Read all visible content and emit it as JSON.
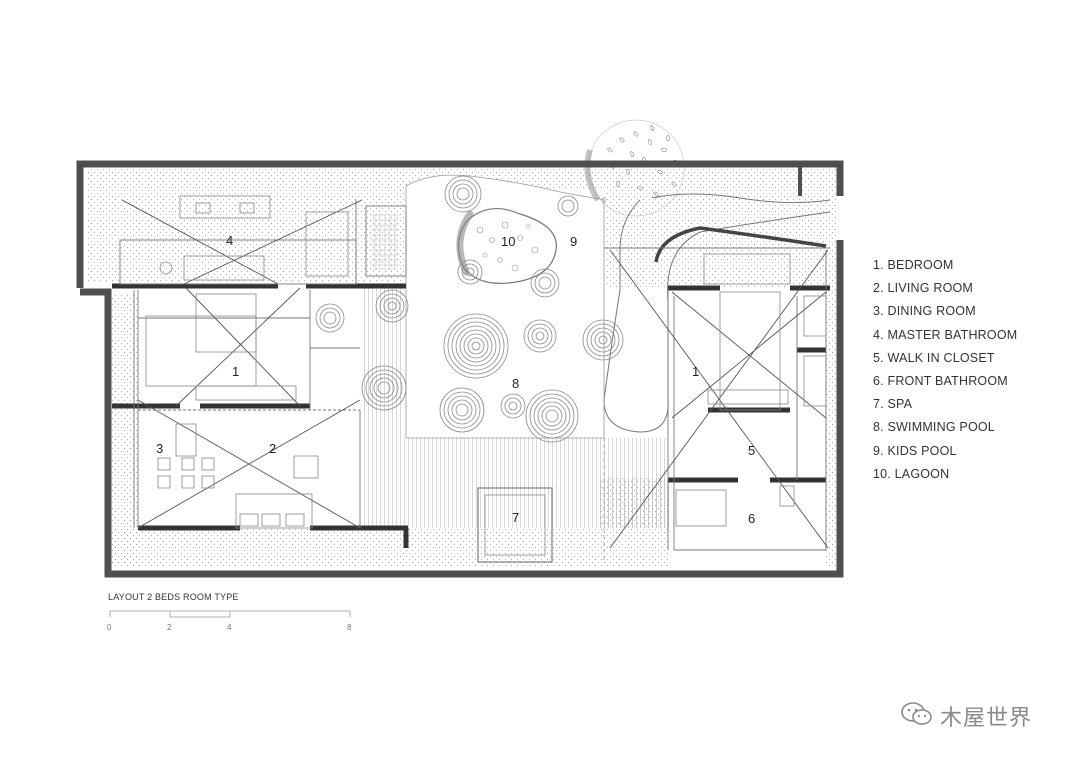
{
  "rooms": [
    {
      "num": "1",
      "label": "BEDROOM"
    },
    {
      "num": "2",
      "label": "LIVING ROOM"
    },
    {
      "num": "3",
      "label": "DINING ROOM"
    },
    {
      "num": "4",
      "label": "MASTER BATHROOM"
    },
    {
      "num": "5",
      "label": "WALK IN CLOSET"
    },
    {
      "num": "6",
      "label": "FRONT BATHROOM"
    },
    {
      "num": "7",
      "label": "SPA"
    },
    {
      "num": "8",
      "label": "SWIMMING POOL"
    },
    {
      "num": "9",
      "label": "KIDS POOL"
    },
    {
      "num": "10",
      "label": "LAGOON"
    }
  ],
  "legend": [
    "1. BEDROOM",
    "2. LIVING ROOM",
    "3. DINING ROOM",
    "4. MASTER BATHROOM",
    "5. WALK IN CLOSET",
    "6. FRONT BATHROOM",
    "7. SPA",
    "8. SWIMMING POOL",
    "9. KIDS POOL",
    "10. LAGOON"
  ],
  "layout_title": "LAYOUT 2 BEDS ROOM TYPE",
  "scale_bar": {
    "ticks": [
      "0",
      "2",
      "4",
      "8"
    ]
  },
  "watermark": {
    "text": "木屋世界",
    "icon": "wechat-icon"
  },
  "colors": {
    "wall": "#555555",
    "line": "#888888",
    "light": "#bbbbbb"
  }
}
